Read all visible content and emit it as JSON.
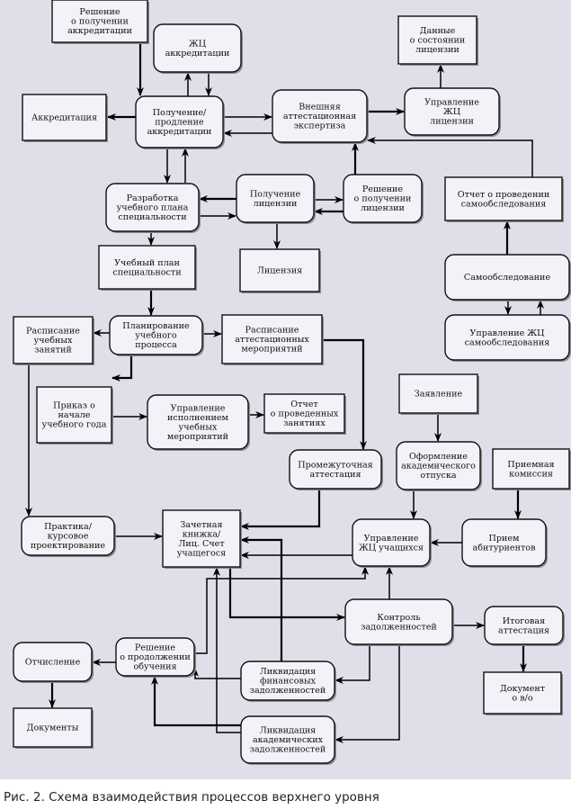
{
  "caption": "Рис. 2. Схема взаимодействия процессов верхнего уровня",
  "nodes": [
    {
      "id": "n_reshenie_akkr",
      "shape": "rect",
      "lines": [
        "Решение",
        "о получении",
        "аккредитации"
      ]
    },
    {
      "id": "n_zhc_akkr",
      "shape": "round",
      "lines": [
        "ЖЦ",
        "аккредитации"
      ]
    },
    {
      "id": "n_akkreditaciya",
      "shape": "rect",
      "lines": [
        "Аккредитация"
      ]
    },
    {
      "id": "n_poluchenie_akkr",
      "shape": "round",
      "lines": [
        "Получение/",
        "продление",
        "аккредитации"
      ]
    },
    {
      "id": "n_vneshnyaya",
      "shape": "round",
      "lines": [
        "Внешняя",
        "аттестационная",
        "экспертиза"
      ]
    },
    {
      "id": "n_dannye_licenzii",
      "shape": "rect",
      "lines": [
        "Данные",
        "о состоянии",
        "лицензии"
      ]
    },
    {
      "id": "n_upr_zhc_licenzii",
      "shape": "round",
      "lines": [
        "Управление",
        "ЖЦ",
        "лицензии"
      ]
    },
    {
      "id": "n_razrabotka",
      "shape": "round",
      "lines": [
        "Разработка",
        "учебного плана",
        "специальности"
      ]
    },
    {
      "id": "n_poluchenie_lic",
      "shape": "round",
      "lines": [
        "Получение",
        "лицензии"
      ]
    },
    {
      "id": "n_reshenie_lic",
      "shape": "round",
      "lines": [
        "Решение",
        "о получении",
        "лицензии"
      ]
    },
    {
      "id": "n_otchet_samoobsl",
      "shape": "rect",
      "lines": [
        "Отчет о проведении",
        "самообследования"
      ]
    },
    {
      "id": "n_uchebny_plan",
      "shape": "rect",
      "lines": [
        "Учебный план",
        "специальности"
      ]
    },
    {
      "id": "n_licenziya",
      "shape": "rect",
      "lines": [
        "Лицензия"
      ]
    },
    {
      "id": "n_samoobsl",
      "shape": "round",
      "lines": [
        "Самообследование"
      ]
    },
    {
      "id": "n_upr_zhc_samoobsl",
      "shape": "round",
      "lines": [
        "Управление ЖЦ",
        "самообследования"
      ]
    },
    {
      "id": "n_raspisanie_uch",
      "shape": "rect",
      "lines": [
        "Расписание",
        "учебных",
        "занятий"
      ]
    },
    {
      "id": "n_planirovanie",
      "shape": "round",
      "lines": [
        "Планирование",
        "учебного",
        "процесса"
      ]
    },
    {
      "id": "n_raspisanie_att",
      "shape": "rect",
      "lines": [
        "Расписание",
        "аттестационных",
        "мероприятий"
      ]
    },
    {
      "id": "n_prikaz",
      "shape": "rect",
      "lines": [
        "Приказ о",
        "начале",
        "учебного года"
      ]
    },
    {
      "id": "n_upr_ispoln",
      "shape": "round",
      "lines": [
        "Управление",
        "исполнением",
        "учебных",
        "мероприятий"
      ]
    },
    {
      "id": "n_otchet_zanyatiya",
      "shape": "rect",
      "lines": [
        "Отчет",
        "о проведенных",
        "занятиях"
      ]
    },
    {
      "id": "n_zayavlenie",
      "shape": "rect",
      "lines": [
        "Заявление"
      ]
    },
    {
      "id": "n_promezh",
      "shape": "round",
      "lines": [
        "Промежуточная",
        "аттестация"
      ]
    },
    {
      "id": "n_akad_otpusk",
      "shape": "round",
      "lines": [
        "Оформление",
        "академического",
        "отпуска"
      ]
    },
    {
      "id": "n_priemnaya",
      "shape": "rect",
      "lines": [
        "Приемная",
        "комиссия"
      ]
    },
    {
      "id": "n_praktika",
      "shape": "round",
      "lines": [
        "Практика/",
        "курсовое",
        "проектирование"
      ]
    },
    {
      "id": "n_zachetka",
      "shape": "rect",
      "lines": [
        "Зачетная",
        "книжка/",
        "Лиц. Счет",
        "учащегося"
      ]
    },
    {
      "id": "n_upr_zhc_uch",
      "shape": "round",
      "lines": [
        "Управление",
        "ЖЦ учащихся"
      ]
    },
    {
      "id": "n_priem_abit",
      "shape": "round",
      "lines": [
        "Прием",
        "абитуриентов"
      ]
    },
    {
      "id": "n_kontrol",
      "shape": "round",
      "lines": [
        "Контроль",
        "задолженностей"
      ]
    },
    {
      "id": "n_itogovaya",
      "shape": "round",
      "lines": [
        "Итоговая",
        "аттестация"
      ]
    },
    {
      "id": "n_otchislenie",
      "shape": "round",
      "lines": [
        "Отчисление"
      ]
    },
    {
      "id": "n_reshenie_prod",
      "shape": "round",
      "lines": [
        "Решение",
        "о продолжении",
        "обучения"
      ]
    },
    {
      "id": "n_likv_fin",
      "shape": "round",
      "lines": [
        "Ликвидация",
        "финансовых",
        "задолженностей"
      ]
    },
    {
      "id": "n_dokument_vo",
      "shape": "rect",
      "lines": [
        "Документ",
        "о в/о"
      ]
    },
    {
      "id": "n_dokumenty",
      "shape": "rect",
      "lines": [
        "Документы"
      ]
    },
    {
      "id": "n_likv_akad",
      "shape": "round",
      "lines": [
        "Ликвидация",
        "академических",
        "задолженностей"
      ]
    }
  ],
  "edges": [
    {
      "from": "n_reshenie_akkr",
      "to": "n_poluchenie_akkr"
    },
    {
      "from": "n_poluchenie_akkr",
      "to": "n_zhc_akkr"
    },
    {
      "from": "n_zhc_akkr",
      "to": "n_poluchenie_akkr"
    },
    {
      "from": "n_poluchenie_akkr",
      "to": "n_akkreditaciya"
    },
    {
      "from": "n_poluchenie_akkr",
      "to": "n_vneshnyaya"
    },
    {
      "from": "n_vneshnyaya",
      "to": "n_poluchenie_akkr"
    },
    {
      "from": "n_vneshnyaya",
      "to": "n_upr_zhc_licenzii"
    },
    {
      "from": "n_upr_zhc_licenzii",
      "to": "n_dannye_licenzii"
    },
    {
      "from": "n_otchet_samoobsl",
      "to": "n_vneshnyaya"
    },
    {
      "from": "n_reshenie_lic",
      "to": "n_vneshnyaya"
    },
    {
      "from": "n_poluchenie_akkr",
      "to": "n_razrabotka"
    },
    {
      "from": "n_razrabotka",
      "to": "n_poluchenie_akkr"
    },
    {
      "from": "n_poluchenie_lic",
      "to": "n_razrabotka"
    },
    {
      "from": "n_razrabotka",
      "to": "n_poluchenie_lic"
    },
    {
      "from": "n_poluchenie_lic",
      "to": "n_reshenie_lic"
    },
    {
      "from": "n_reshenie_lic",
      "to": "n_poluchenie_lic"
    },
    {
      "from": "n_poluchenie_lic",
      "to": "n_licenziya"
    },
    {
      "from": "n_razrabotka",
      "to": "n_uchebny_plan"
    },
    {
      "from": "n_samoobsl",
      "to": "n_otchet_samoobsl"
    },
    {
      "from": "n_samoobsl",
      "to": "n_upr_zhc_samoobsl"
    },
    {
      "from": "n_upr_zhc_samoobsl",
      "to": "n_samoobsl"
    },
    {
      "from": "n_uchebny_plan",
      "to": "n_planirovanie"
    },
    {
      "from": "n_planirovanie",
      "to": "n_raspisanie_uch"
    },
    {
      "from": "n_planirovanie",
      "to": "n_raspisanie_att"
    },
    {
      "from": "n_planirovanie",
      "to": "n_prikaz"
    },
    {
      "from": "n_prikaz",
      "to": "n_upr_ispoln"
    },
    {
      "from": "n_upr_ispoln",
      "to": "n_otchet_zanyatiya"
    },
    {
      "from": "n_raspisanie_att",
      "to": "n_promezh"
    },
    {
      "from": "n_raspisanie_uch",
      "to": "n_praktika"
    },
    {
      "from": "n_praktika",
      "to": "n_zachetka"
    },
    {
      "from": "n_promezh",
      "to": "n_zachetka"
    },
    {
      "from": "n_zayavlenie",
      "to": "n_akad_otpusk"
    },
    {
      "from": "n_akad_otpusk",
      "to": "n_upr_zhc_uch"
    },
    {
      "from": "n_priemnaya",
      "to": "n_priem_abit"
    },
    {
      "from": "n_priem_abit",
      "to": "n_upr_zhc_uch"
    },
    {
      "from": "n_upr_zhc_uch",
      "to": "n_zachetka"
    },
    {
      "from": "n_zachetka",
      "to": "n_kontrol"
    },
    {
      "from": "n_kontrol",
      "to": "n_upr_zhc_uch"
    },
    {
      "from": "n_kontrol",
      "to": "n_itogovaya"
    },
    {
      "from": "n_itogovaya",
      "to": "n_dokument_vo"
    },
    {
      "from": "n_kontrol",
      "to": "n_likv_fin"
    },
    {
      "from": "n_kontrol",
      "to": "n_likv_akad"
    },
    {
      "from": "n_likv_fin",
      "to": "n_zachetka"
    },
    {
      "from": "n_likv_akad",
      "to": "n_zachetka"
    },
    {
      "from": "n_likv_fin",
      "to": "n_reshenie_prod"
    },
    {
      "from": "n_likv_akad",
      "to": "n_reshenie_prod"
    },
    {
      "from": "n_reshenie_prod",
      "to": "n_upr_zhc_uch"
    },
    {
      "from": "n_reshenie_prod",
      "to": "n_otchislenie"
    },
    {
      "from": "n_otchislenie",
      "to": "n_dokumenty"
    }
  ]
}
